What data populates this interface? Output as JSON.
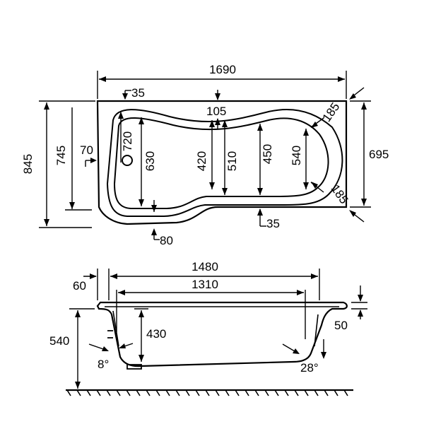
{
  "plan_view": {
    "overall_length": "1690",
    "overall_width_left": "845",
    "inner_width_left": "745",
    "overall_width_right": "695",
    "rim_top": "35",
    "rim_bottom": "35",
    "tap_offset": "70",
    "bottom_offset": "80",
    "top_offset": "105",
    "corner_top": "185",
    "corner_bottom": "185",
    "dim_720": "720",
    "dim_630": "630",
    "dim_420": "420",
    "dim_510": "510",
    "dim_450": "450",
    "dim_540": "540"
  },
  "side_view": {
    "rim_length": "1480",
    "inner_length": "1310",
    "rim_left_offset": "60",
    "rim_thickness": "50",
    "overall_height": "540",
    "bath_depth": "430",
    "angle_left": "8°",
    "angle_right": "28°"
  }
}
